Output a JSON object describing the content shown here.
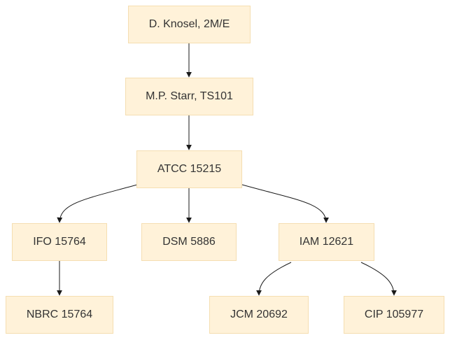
{
  "nodes": {
    "knosel": "D. Knosel, 2M/E",
    "starr": "M.P. Starr, TS101",
    "atcc": "ATCC 15215",
    "ifo": "IFO 15764",
    "dsm": "DSM 5886",
    "iam": "IAM 12621",
    "nbrc": "NBRC 15764",
    "jcm": "JCM 20692",
    "cip": "CIP 105977"
  },
  "edges": [
    {
      "from": "knosel",
      "to": "starr"
    },
    {
      "from": "starr",
      "to": "atcc"
    },
    {
      "from": "atcc",
      "to": "ifo"
    },
    {
      "from": "atcc",
      "to": "dsm"
    },
    {
      "from": "atcc",
      "to": "iam"
    },
    {
      "from": "ifo",
      "to": "nbrc"
    },
    {
      "from": "iam",
      "to": "jcm"
    },
    {
      "from": "iam",
      "to": "cip"
    }
  ],
  "colors": {
    "node_fill": "#fff2d9",
    "node_border": "#f5deb1",
    "edge": "#1a1a1a",
    "text": "#333333"
  }
}
